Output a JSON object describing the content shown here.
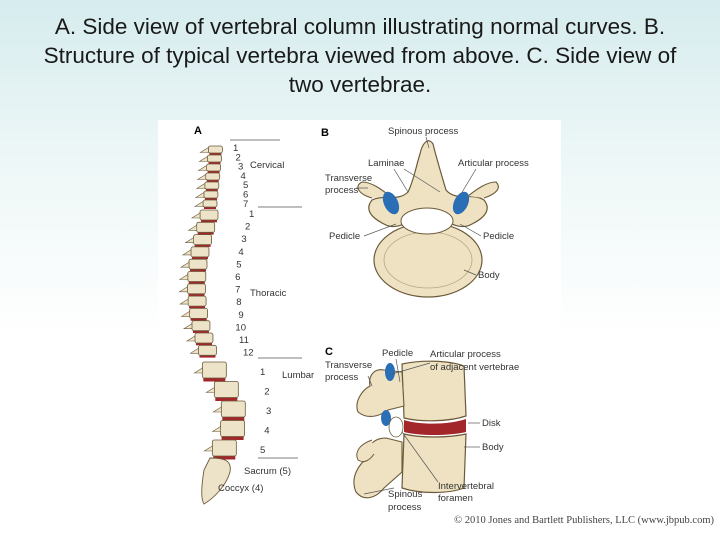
{
  "title": "A. Side view of vertebral column illustrating normal curves. B. Structure of typical vertebra viewed from above. C. Side view of two vertebrae.",
  "panel_a": {
    "letter": "A",
    "cervical_numbers": [
      "1",
      "2",
      "3",
      "4",
      "5",
      "6",
      "7"
    ],
    "thoracic_numbers": [
      "1",
      "2",
      "3",
      "4",
      "5",
      "6",
      "7",
      "8",
      "9",
      "10",
      "11",
      "12"
    ],
    "lumbar_numbers": [
      "1",
      "2",
      "3",
      "4",
      "5"
    ],
    "cervical_label": "Cervical",
    "thoracic_label": "Thoracic",
    "lumbar_label": "Lumbar",
    "sacrum_label": "Sacrum (5)",
    "coccyx_label": "Coccyx (4)"
  },
  "panel_b": {
    "letter": "B",
    "spinous_process": "Spinous process",
    "laminae": "Laminae",
    "articular_process": "Articular process",
    "transverse_process_1": "Transverse",
    "transverse_process_2": "process",
    "pedicle_left": "Pedicle",
    "pedicle_right": "Pedicle",
    "body": "Body"
  },
  "panel_c": {
    "letter": "C",
    "pedicle": "Pedicle",
    "articular_1": "Articular process",
    "articular_2": "of adjacent vertebrae",
    "transverse_1": "Transverse",
    "transverse_2": "process",
    "disk": "Disk",
    "body": "Body",
    "intervertebral_1": "Intervertebral",
    "intervertebral_2": "foramen",
    "spinous_1": "Spinous",
    "spinous_2": "process"
  },
  "credit": "© 2010 Jones and Bartlett Publishers, LLC (www.jbpub.com)",
  "colors": {
    "bone": "#ede3c8",
    "bone_outline": "#6b5a3a",
    "disk": "#a3262a",
    "facet": "#2a6fb5"
  }
}
